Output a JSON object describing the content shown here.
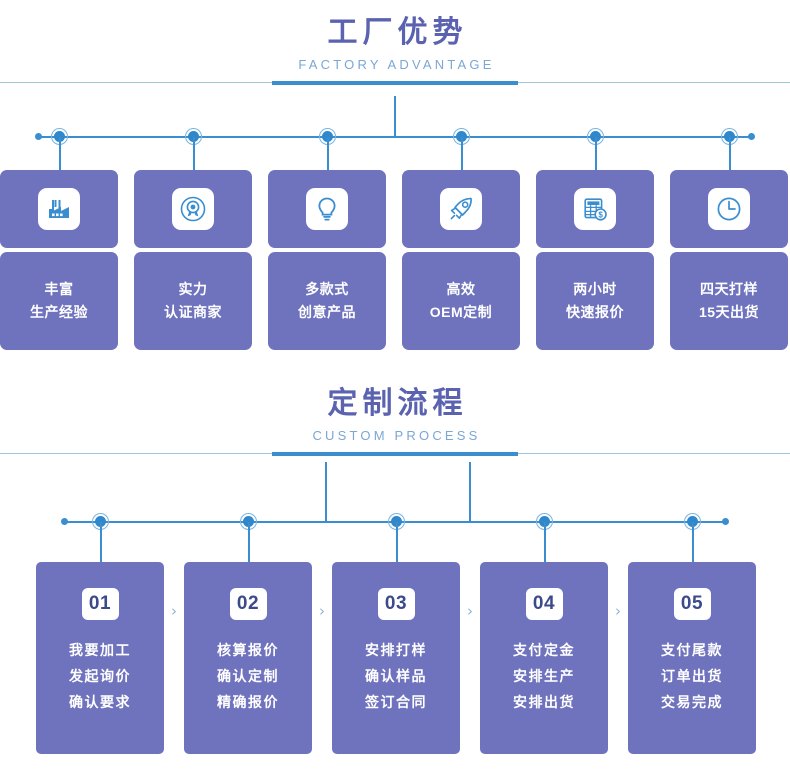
{
  "colors": {
    "card_purple": "#6f72bd",
    "heading_purple": "#5b63b0",
    "line_blue": "#3a8ed0",
    "subtitle_blue": "#7aa7d4",
    "thin_rule_blue": "#9fc4e0",
    "white": "#ffffff",
    "number_navy": "#3c4a8c"
  },
  "advantage_section": {
    "title_cn": "工厂优势",
    "title_en": "FACTORY ADVANTAGE",
    "cards": [
      {
        "icon": "factory-icon",
        "line1": "丰富",
        "line2": "生产经验"
      },
      {
        "icon": "award-badge-icon",
        "line1": "实力",
        "line2": "认证商家"
      },
      {
        "icon": "lightbulb-icon",
        "line1": "多款式",
        "line2": "创意产品"
      },
      {
        "icon": "rocket-icon",
        "line1": "高效",
        "line2": "OEM定制"
      },
      {
        "icon": "calculator-money-icon",
        "line1": "两小时",
        "line2": "快速报价"
      },
      {
        "icon": "clock-icon",
        "line1": "四天打样",
        "line2": "15天出货"
      }
    ]
  },
  "process_section": {
    "title_cn": "定制流程",
    "title_en": "CUSTOM PROCESS",
    "arrow_glyph": "›",
    "steps": [
      {
        "number": "01",
        "lines": [
          "我要加工",
          "发起询价",
          "确认要求"
        ]
      },
      {
        "number": "02",
        "lines": [
          "核算报价",
          "确认定制",
          "精确报价"
        ]
      },
      {
        "number": "03",
        "lines": [
          "安排打样",
          "确认样品",
          "签订合同"
        ]
      },
      {
        "number": "04",
        "lines": [
          "支付定金",
          "安排生产",
          "安排出货"
        ]
      },
      {
        "number": "05",
        "lines": [
          "支付尾款",
          "订单出货",
          "交易完成"
        ]
      }
    ]
  }
}
